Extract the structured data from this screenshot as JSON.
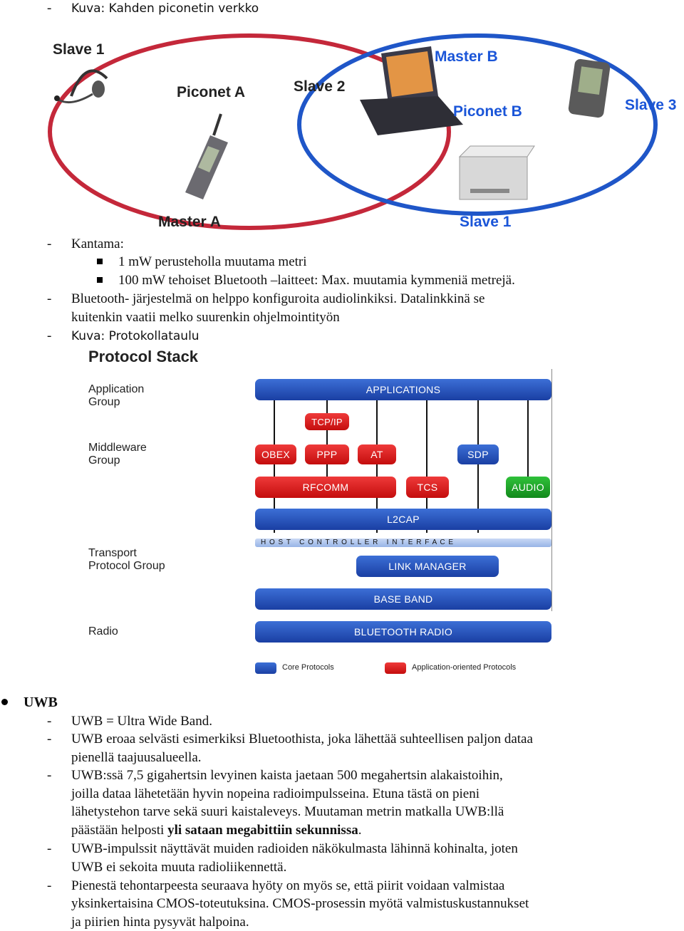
{
  "intro": {
    "caption1": "Kuva: Kahden piconetin verkko"
  },
  "piconet_figure": {
    "labels": {
      "slave1_a": "Slave 1",
      "piconet_a": "Piconet A",
      "slave2": "Slave 2",
      "master_b": "Master B",
      "piconet_b": "Piconet B",
      "slave3": "Slave 3",
      "master_a": "Master A",
      "slave1_b": "Slave 1"
    },
    "colors": {
      "piconet_a_ring": "#c4283a",
      "piconet_b_ring": "#1f56c8",
      "label_blue": "#1a55d8"
    }
  },
  "text1": {
    "kantama": "Kantama:",
    "bullet1": "1 mW perusteholla muutama metri",
    "bullet2": "100 mW tehoiset Bluetooth –laitteet: Max. muutamia kymmeniä metrejä.",
    "config_line1": "Bluetooth- järjestelmä on helppo konfiguroita audiolinkiksi. Datalinkkinä se",
    "config_line2": "kuitenkin vaatii melko suurenkin ohjelmointityön",
    "caption2": "Kuva: Protokollataulu"
  },
  "stack_figure": {
    "title": "Protocol Stack",
    "groups": {
      "application_l1": "Application",
      "application_l2": "Group",
      "middleware_l1": "Middleware",
      "middleware_l2": "Group",
      "transport_l1": "Transport",
      "transport_l2": "Protocol Group",
      "radio": "Radio"
    },
    "boxes": {
      "applications": "APPLICATIONS",
      "tcpip": "TCP/IP",
      "obex": "OBEX",
      "ppp": "PPP",
      "at": "AT",
      "sdp": "SDP",
      "rfcomm": "RFCOMM",
      "tcs": "TCS",
      "audio": "AUDIO",
      "l2cap": "L2CAP",
      "hci": "H O S T   C O N T R O L L E R   I N T E R F A C E",
      "link_manager": "LINK MANAGER",
      "base_band": "BASE BAND",
      "radio": "BLUETOOTH RADIO"
    },
    "legend": {
      "core": "Core Protocols",
      "app": "Application-oriented Protocols"
    },
    "colors": {
      "core": "#2651b8",
      "app": "#d81e1e",
      "audio": "#1fa52a"
    }
  },
  "uwb": {
    "heading": "UWB",
    "items": {
      "i1": "UWB = Ultra Wide Band.",
      "i2a": "UWB eroaa selvästi esimerkiksi Bluetoothista, joka lähettää suhteellisen paljon dataa",
      "i2b": "pienellä taajuusalueella.",
      "i3a": "UWB:ssä 7,5 gigahertsin levyinen kaista jaetaan 500 megahertsin alakaistoihin,",
      "i3b": "joilla dataa lähetetään hyvin nopeina radioimpulsseina. Etuna tästä on pieni",
      "i3c": "lähetystehon tarve sekä suuri kaistaleveys. Muutaman metrin matkalla UWB:llä",
      "i3d_plain": "päästään helposti ",
      "i3d_bold": "yli sataan megabittiin sekunnissa",
      "i3d_end": ".",
      "i4a": "UWB-impulssit näyttävät muiden radioiden näkökulmasta lähinnä kohinalta, joten",
      "i4b": "UWB ei sekoita muuta radioliikennettä.",
      "i5a": "Pienestä tehontarpeesta seuraava hyöty on myös se, että piirit voidaan valmistaa",
      "i5b": "yksinkertaisina CMOS-toteutuksina. CMOS-prosessin myötä valmistuskustannukset",
      "i5c": "ja piirien hinta pysyvät halpoina."
    }
  }
}
